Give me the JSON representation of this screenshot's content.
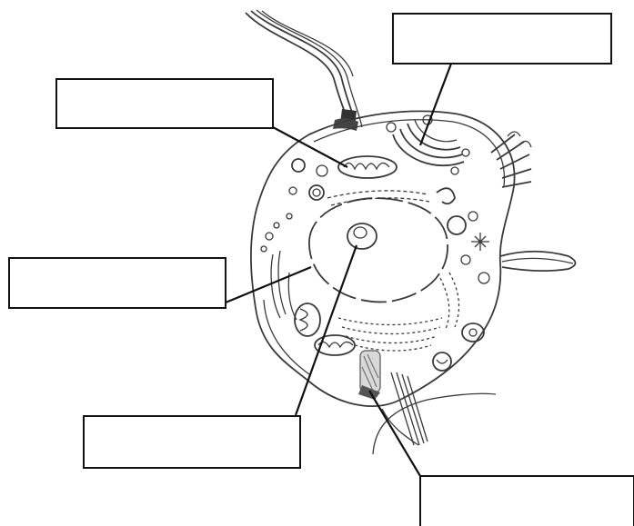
{
  "diagram": {
    "labels": [
      {
        "id": "label-golgi",
        "text": ""
      },
      {
        "id": "label-mitochondrion",
        "text": ""
      },
      {
        "id": "label-nuclear-envelope",
        "text": ""
      },
      {
        "id": "label-nucleolus",
        "text": ""
      },
      {
        "id": "label-centrioles",
        "text": ""
      }
    ]
  },
  "colors": {
    "ink": "#111111",
    "cell_outline": "#3a3a3a",
    "background": "#ffffff"
  }
}
